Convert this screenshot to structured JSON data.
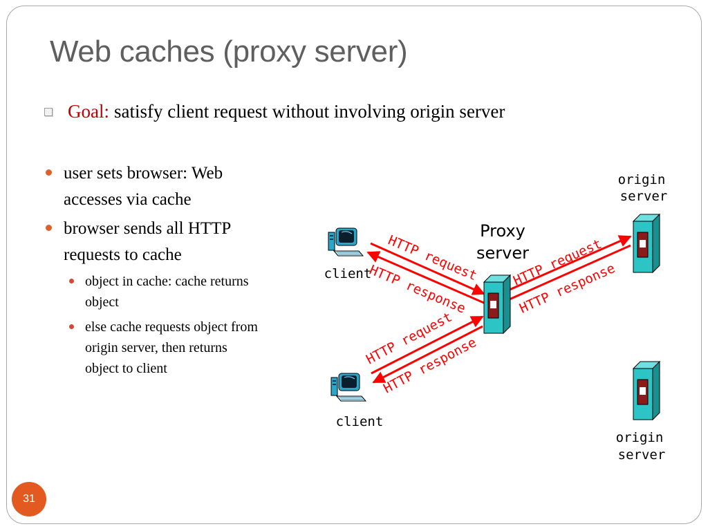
{
  "slide": {
    "title": "Web caches (proxy server)",
    "goal": {
      "label": "Goal:",
      "text": "satisfy client request without involving origin server"
    },
    "bullets": [
      {
        "lines": [
          "user sets browser: Web",
          "accesses via  cache"
        ]
      },
      {
        "lines": [
          "browser sends all HTTP",
          "requests to  cache"
        ],
        "sub": [
          {
            "lines": [
              "object in cache: cache returns",
              "object"
            ]
          },
          {
            "lines": [
              "else cache requests object from",
              "origin server, then returns",
              "object to client"
            ]
          }
        ]
      }
    ],
    "page_number": "31"
  },
  "diagram": {
    "proxy_label": [
      "Proxy",
      "server"
    ],
    "origin_label": [
      "origin",
      "server"
    ],
    "client_label": "client",
    "http_request": "HTTP request",
    "http_response": "HTTP response",
    "colors": {
      "arrow": "#ff0000",
      "server_face": "#2cc4c4",
      "server_side": "#1a8f8f",
      "title": "#5f5f5f",
      "accent": "#e35a20",
      "goal_label": "#c00000"
    }
  }
}
